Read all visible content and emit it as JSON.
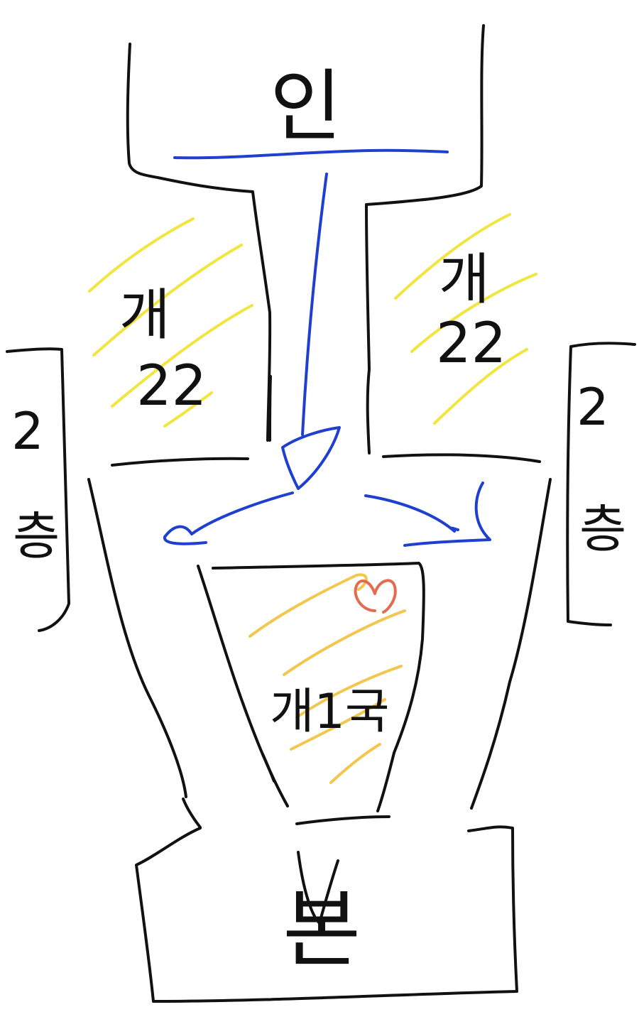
{
  "labels": {
    "top": "인",
    "left_upper": "개\n22",
    "right_upper": "개\n22",
    "left_bracket": "2\n층",
    "right_bracket": "2\n층",
    "center": "개1국",
    "bottom": "본"
  },
  "colors": {
    "ink": "#111111",
    "flow_arrows": "#1f3fd1",
    "highlight_yellow": "#f0e22a",
    "highlight_orange": "#f2c13a",
    "heart": "#e26c4f"
  },
  "icons": {
    "heart": "heart-icon",
    "down_arrow": "down-arrow-icon",
    "left_arrow": "left-arrow-icon",
    "right_arrow": "right-arrow-icon"
  }
}
